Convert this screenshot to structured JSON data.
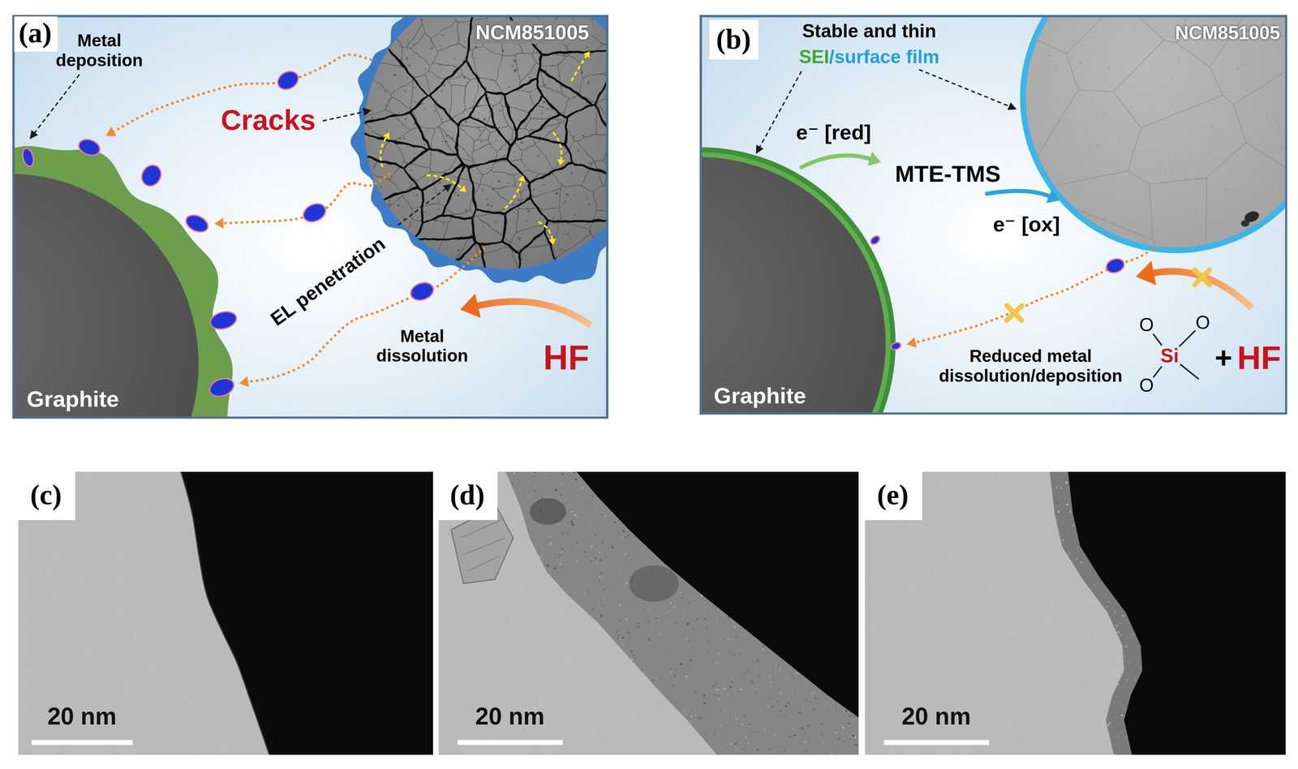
{
  "diagram": {
    "nodes": [
      {
        "text": [
          "(a)"
        ]
      },
      {
        "text": [
          "NCM851005"
        ],
        "in": 0
      },
      {
        "text": [
          "Graphite"
        ],
        "in": 0
      },
      {
        "text": [
          "(b)"
        ]
      },
      {
        "text": [
          "NCM851005"
        ],
        "in": 3
      },
      {
        "text": [
          "Graphite"
        ],
        "in": 3
      },
      {
        "text": [
          "(c)",
          "20 nm"
        ]
      },
      {
        "text": [
          "(d)",
          "20 nm"
        ]
      },
      {
        "text": [
          "(e)",
          "20 nm"
        ]
      }
    ],
    "labels": [
      "Metal deposition",
      "Cracks",
      "EL penetration",
      "Metal dissolution",
      "HF",
      "Stable and thin",
      "SEI",
      "/surface film",
      "e⁻ [red]",
      "MTE-TMS",
      "e⁻ [ox]",
      "Reduced metal dissolution/deposition",
      "O",
      "O",
      "O",
      "Si",
      "+",
      "HF"
    ]
  }
}
